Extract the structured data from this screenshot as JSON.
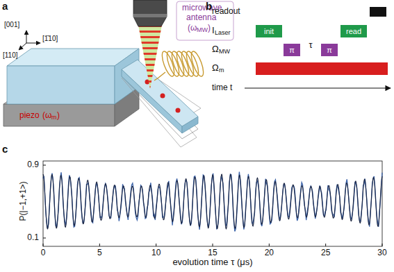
{
  "diagram": {
    "nodes": [
      {
        "text": [
          "init"
        ]
      },
      {
        "text": [
          "π"
        ]
      },
      {
        "text": [
          "π"
        ]
      },
      {
        "text": [
          "read"
        ]
      }
    ],
    "labels": [
      "a",
      "[001]",
      "[1̄10]",
      "[110]",
      "microwave",
      "antenna",
      "(ω",
      "MW",
      ")",
      "piezo",
      "(ω",
      "m",
      ")",
      "b",
      "readout",
      "I",
      "Laser",
      "Ω",
      "MW",
      "Ω",
      "m",
      "τ",
      "time t",
      "c",
      "0.9",
      "0.1",
      "P(|−1,+1>)",
      "0",
      "5",
      "10",
      "15",
      "20",
      "25",
      "30",
      "evolution time τ (μs)"
    ]
  }
}
